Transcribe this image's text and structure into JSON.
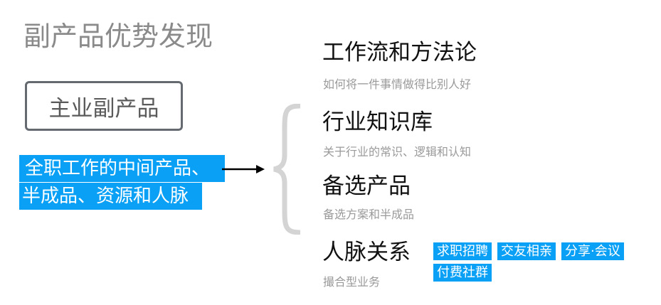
{
  "title": "副产品优势发现",
  "main_box": "主业副产品",
  "highlight": {
    "line1": "全职工作的中间产品、",
    "line2": "半成品、资源和人脉"
  },
  "items": [
    {
      "heading": "工作流和方法论",
      "sub": "如何将一件事情做得比别人好"
    },
    {
      "heading": "行业知识库",
      "sub": "关于行业的常识、逻辑和认知"
    },
    {
      "heading": "备选产品",
      "sub": "备选方案和半成品"
    },
    {
      "heading": "人脉关系",
      "sub": "撮合型业务"
    }
  ],
  "tags": [
    "求职招聘",
    "交友相亲",
    "分享·会议",
    "付费社群"
  ],
  "colors": {
    "accent": "#0aa0f5",
    "border": "#646a70",
    "brace": "#d4d4d4"
  }
}
